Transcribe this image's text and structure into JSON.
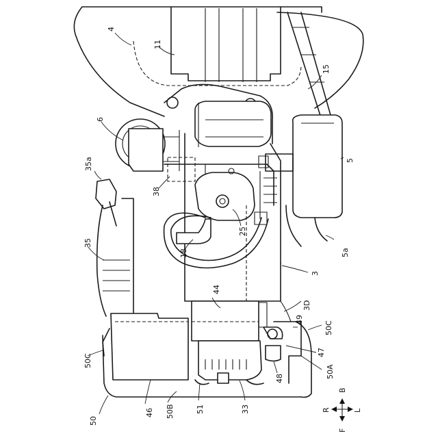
{
  "labels": {
    "l4": "4",
    "l11": "11",
    "l15": "15",
    "l6": "6",
    "l5": "5",
    "l35a": "35a",
    "l38": "38",
    "l25": "25",
    "l18": "18",
    "l5a": "5a",
    "l35": "35",
    "l3": "3",
    "l44": "44",
    "l3D": "3D",
    "l49": "49",
    "l50C_left": "50C",
    "l50C_right": "50C",
    "l47": "47",
    "l50A": "50A",
    "l48": "48",
    "l46": "46",
    "l50B": "50B",
    "l51": "51",
    "l33": "33",
    "l50": "50"
  },
  "compass": {
    "front": "F",
    "back": "B",
    "right": "R",
    "left": "L"
  }
}
